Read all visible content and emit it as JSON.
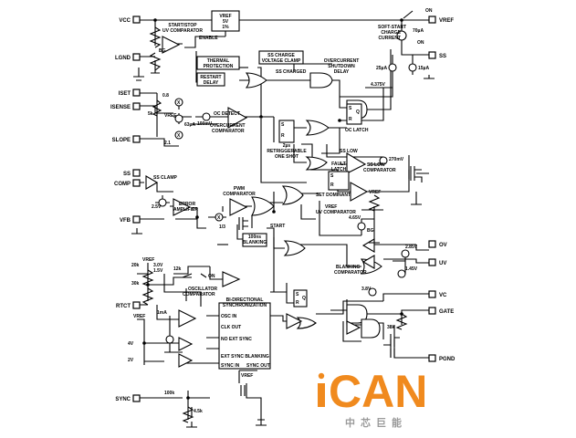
{
  "pins": {
    "vcc": "VCC",
    "lgnd": "LGND",
    "iset": "ISET",
    "isense": "ISENSE",
    "slope": "SLOPE",
    "ss": "SS",
    "comp": "COMP",
    "vfb": "VFB",
    "rtct": "RTCT",
    "sync": "SYNC",
    "vref": "VREF",
    "ss_right": "SS",
    "ov": "OV",
    "uv": "UV",
    "vc": "VC",
    "gate": "GATE",
    "pgnd": "PGND"
  },
  "blocks": {
    "vref_reg": [
      "VREF",
      "5V",
      "1%"
    ],
    "start_stop": [
      "START/STOP",
      "UV COMPARATOR"
    ],
    "enable": "ENABLE",
    "thermal": [
      "THERMAL",
      "PROTECTION"
    ],
    "restart": [
      "RESTART",
      "DELAY"
    ],
    "ss_clamp_box": [
      "SS CHARGE",
      "VOLTAGE CLAMP"
    ],
    "ss_charged": "SS CHARGED",
    "oc_shutdown": [
      "OVERCURRENT",
      "SHUTDOWN",
      "DELAY"
    ],
    "soft_start": [
      "SOFT-START",
      "CHARGE",
      "CURRENT"
    ],
    "oc_detect": "OC DETECT",
    "oc_comp": [
      "OVERCURRENT",
      "COMPARATOR"
    ],
    "one_shot": [
      "2µs",
      "RETRIGGERABLE",
      "ONE SHOT"
    ],
    "oc_latch": "OC LATCH",
    "ss_low": "SS LOW",
    "ss_low_comp": [
      "SS LOW",
      "COMPARATOR"
    ],
    "fault_latch": [
      "FAULT",
      "LATCH"
    ],
    "set_dominant": "SET DOMINANT",
    "ss_clamp": "SS CLAMP",
    "error_amp": [
      "ERROR",
      "AMPLIFIER"
    ],
    "pwm_comp": [
      "PWM",
      "COMPARATOR"
    ],
    "vref_uv": [
      "VREF",
      "UV COMPARATOR"
    ],
    "blanking": [
      "100ns",
      "BLANKING"
    ],
    "start": "START",
    "blanking_comp": [
      "BLANKING",
      "COMPARATOR"
    ],
    "osc_comp": [
      "OSCILLATOR",
      "COMPARATOR"
    ],
    "sync_block": [
      "BI-DIRECTIONAL",
      "SYNCHRONIZATION"
    ],
    "osc_in": "OSC IN",
    "clk_out": "CLK OUT",
    "no_ext_sync": "NO EXT SYNC",
    "ext_sync_blanking": "EXT SYNC BLANKING",
    "sync_in": "SYNC IN",
    "sync_out": "SYNC OUT",
    "vref_bottom": "VREF"
  },
  "labels": {
    "bg": "BG",
    "bg2": "BG",
    "val_70ua": "70µA",
    "on1": "ON",
    "on2": "ON",
    "on3": "ON",
    "val_25ua": "25µA",
    "val_15ua": "15µA",
    "val_4375": "4.375V",
    "val_08": "0.8",
    "val_5k": "5k",
    "vref_small": "VREF",
    "val_63ua": "63µA",
    "val_100mv": "100mV",
    "val_21": "2.1",
    "val_270mv": "270mV",
    "vref_r": "VREF",
    "val_465": "4.65V",
    "val_25v": "2.5V",
    "val_13": "1/3",
    "val_285": "2.85V",
    "val_145": "1.45V",
    "val_38v": "3.8V",
    "val_38k": "38k",
    "vref_l": "VREF",
    "val_20k": "20k",
    "val_30k": "30k",
    "val_30v": "3.0V",
    "val_15v": "1.5V",
    "val_12k": "12k",
    "val_1ma": "1mA",
    "vref_l2": "VREF",
    "val_4v": "4V",
    "val_2v": "2V",
    "val_100k": "100k",
    "val_45k": "4.5k",
    "val_x1": "X",
    "val_x2": "X",
    "val_x3": "X",
    "val_s": "S",
    "val_r": "R",
    "val_s2": "S",
    "val_r2": "R",
    "val_s3": "S",
    "val_r3": "R",
    "val_s4": "S",
    "val_r4": "R",
    "val_q": "Q",
    "val_q2": "Q"
  },
  "logo": {
    "word": "iCAN",
    "cn": "中芯巨能"
  },
  "colors": {
    "line": "#000000",
    "logo_orange": "#f08a1e",
    "logo_gray": "#9a9a9a",
    "background": "#ffffff"
  }
}
